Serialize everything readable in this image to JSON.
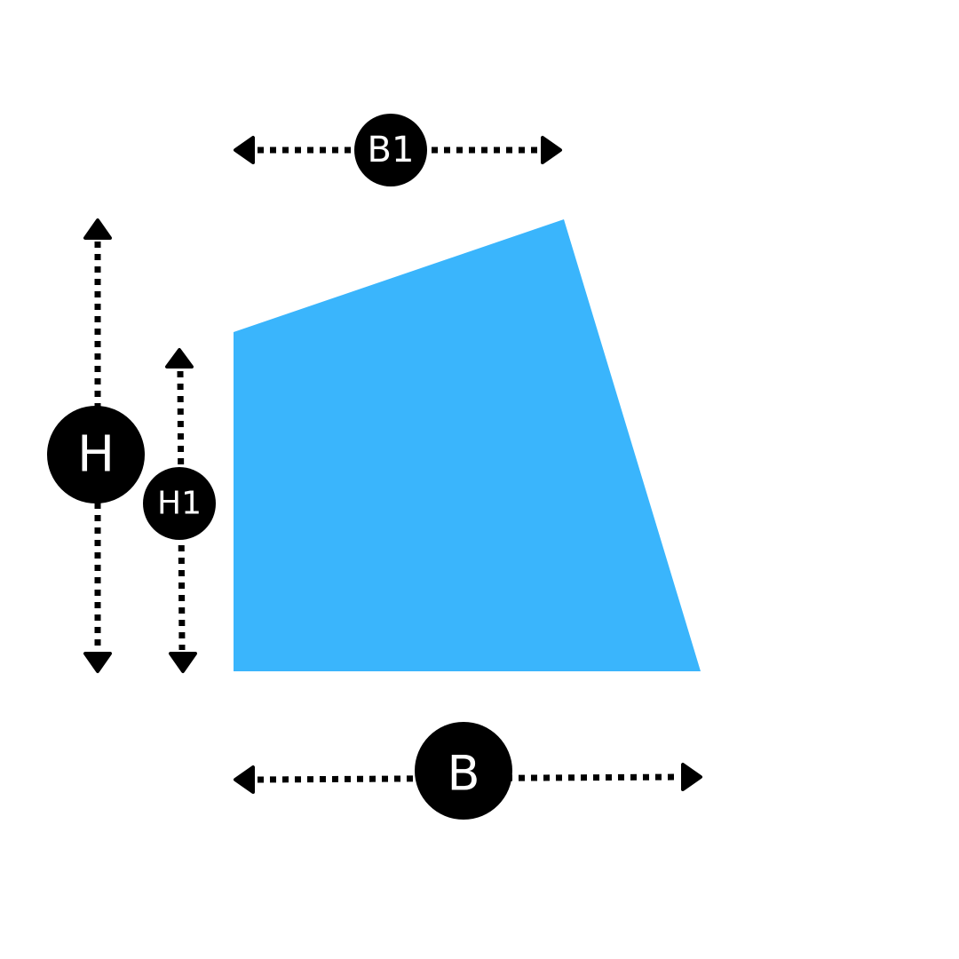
{
  "colors": {
    "shape": "#3AB5FC",
    "markers": "#000000",
    "label_text": "#FFFFFF",
    "background": "#FFFFFF"
  },
  "labels": {
    "b1": "B1",
    "h": "H",
    "h1": "H1",
    "b": "B"
  }
}
